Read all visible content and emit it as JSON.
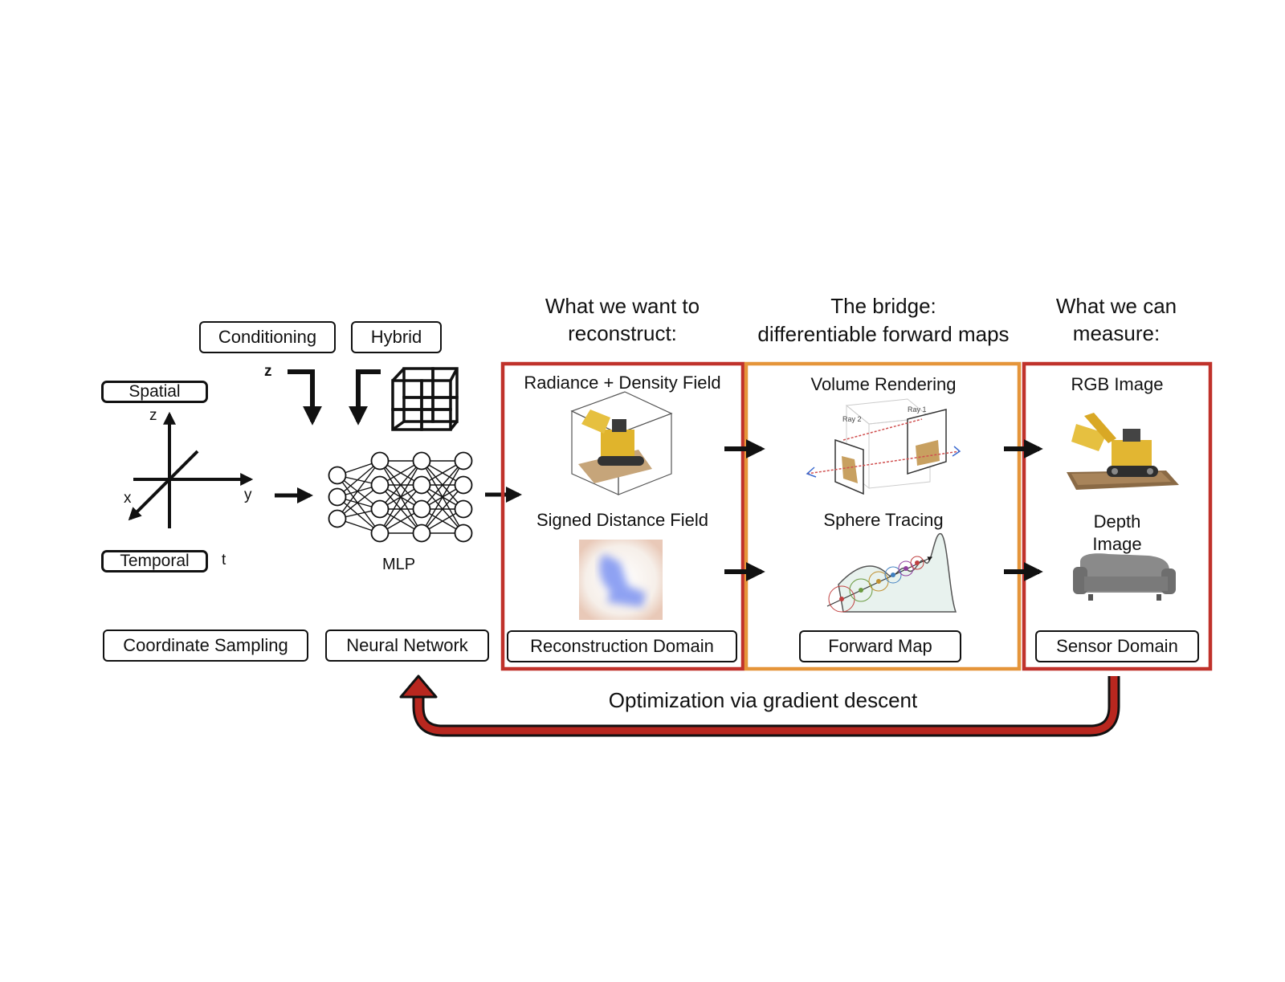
{
  "diagram": {
    "headings": {
      "reconstruct": "What we want to reconstruct:",
      "bridge_line1": "The bridge:",
      "bridge_line2": "differentiable forward maps",
      "measure": "What we can measure:"
    },
    "left": {
      "conditioning": "Conditioning",
      "hybrid": "Hybrid",
      "z_cond": "z",
      "spatial": "Spatial",
      "temporal": "Temporal",
      "t_label": "t",
      "axis_z": "z",
      "axis_x": "x",
      "axis_y": "y",
      "mlp": "MLP"
    },
    "panels": {
      "reconstruction": {
        "item1": "Radiance + Density Field",
        "item2": "Signed Distance Field",
        "footer": "Reconstruction Domain",
        "border_color": "#c0322b"
      },
      "forward": {
        "item1": "Volume Rendering",
        "item2": "Sphere Tracing",
        "footer": "Forward Map",
        "ray1": "Ray 1",
        "ray2": "Ray 2",
        "border_color": "#e5953a"
      },
      "sensor": {
        "item1": "RGB Image",
        "item2_line1": "Depth",
        "item2_line2": "Image",
        "footer": "Sensor Domain",
        "border_color": "#c0322b"
      }
    },
    "bottom_labels": {
      "coordinate_sampling": "Coordinate Sampling",
      "neural_network": "Neural Network"
    },
    "optimization": {
      "label": "Optimization via gradient descent",
      "arrow_color": "#b8271f"
    },
    "icons": [
      "coordinate-axes-icon",
      "hybrid-grid-icon",
      "mlp-network-icon",
      "bulldozer-icon",
      "sdf-chair-icon",
      "volume-rendering-icon",
      "sphere-tracing-icon",
      "sofa-depth-icon"
    ]
  }
}
